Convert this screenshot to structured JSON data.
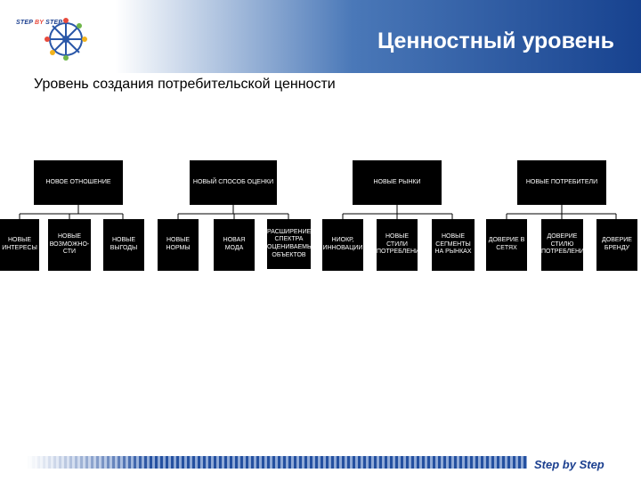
{
  "logo": {
    "text": "STEP BY STEP"
  },
  "title": "Ценностный уровень",
  "subtitle": "Уровень создания потребительской ценности",
  "top_nodes": [
    "НОВОЕ ОТНОШЕНИЕ",
    "НОВЫЙ СПОСОБ ОЦЕНКИ",
    "НОВЫЕ РЫНКИ",
    "НОВЫЕ ПОТРЕБИТЕЛИ"
  ],
  "leaf_nodes": [
    "НОВЫЕ ИНТЕРЕСЫ",
    "НОВЫЕ ВОЗМОЖНО-СТИ",
    "НОВЫЕ ВЫГОДЫ",
    "НОВЫЕ НОРМЫ",
    "НОВАЯ МОДА",
    "РАСШИРЕНИЕ СПЕКТРА ОЦЕНИВАЕМЫХ ОБЪЕКТОВ",
    "НИОКР, ИННОВАЦИИ",
    "НОВЫЕ СТИЛИ ПОТРЕБЛЕНИЯ",
    "НОВЫЕ СЕГМЕНТЫ НА РЫНКАХ",
    "ДОВЕРИЕ В СЕТЯХ",
    "ДОВЕРИЕ СТИЛЮ ПОТРЕБЛЕНИЯ",
    "ДОВЕРИЕ БРЕНДУ"
  ],
  "footer": {
    "logo_text": "Step by Step"
  },
  "colors": {
    "header_blue": "#17428f",
    "box": "#000000",
    "footer_blue": "#1b3f8f"
  }
}
